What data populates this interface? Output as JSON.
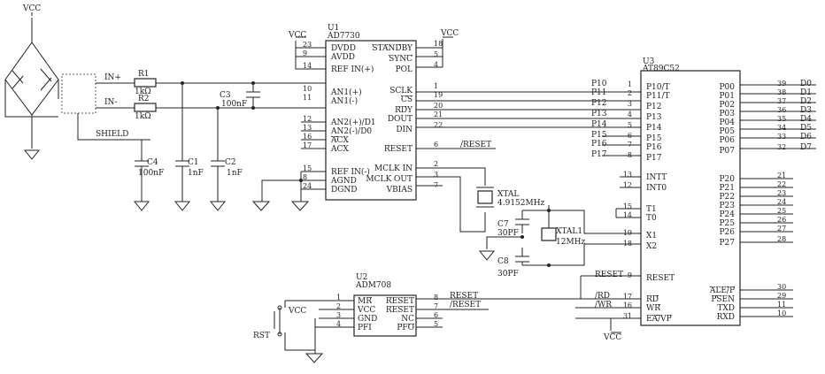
{
  "supply": {
    "vcc": "VCC"
  },
  "bridge": {
    "in_plus": "IN+",
    "in_minus": "IN-",
    "shield": "SHIELD"
  },
  "resistors": [
    {
      "ref": "R1",
      "value": "1kΩ"
    },
    {
      "ref": "R2",
      "value": "1kΩ"
    }
  ],
  "capacitors": [
    {
      "ref": "C3",
      "value": "100nF"
    },
    {
      "ref": "C4",
      "value": "100nF"
    },
    {
      "ref": "C1",
      "value": "1nF"
    },
    {
      "ref": "C2",
      "value": "1nF"
    },
    {
      "ref": "C7",
      "value": "30PF"
    },
    {
      "ref": "C8",
      "value": "30PF"
    }
  ],
  "u1": {
    "ref": "U1",
    "part": "AD7730",
    "left_pins": [
      {
        "num": "23",
        "name": "DVDD"
      },
      {
        "num": "9",
        "name": "AVDD"
      },
      {
        "num": "14",
        "name": "REF IN(+)"
      },
      {
        "num": "10",
        "name": "AN1(+)"
      },
      {
        "num": "11",
        "name": "AN1(-)"
      },
      {
        "num": "12",
        "name": "AN2(+)/D1"
      },
      {
        "num": "13",
        "name": "AN2(-)/D0"
      },
      {
        "num": "16",
        "name": "ACX"
      },
      {
        "num": "17",
        "name": "ACX"
      },
      {
        "num": "15",
        "name": "REF IN(-)"
      },
      {
        "num": "8",
        "name": "AGND"
      },
      {
        "num": "24",
        "name": "DGND"
      }
    ],
    "right_pins": [
      {
        "num": "18",
        "name": "STANDBY"
      },
      {
        "num": "5",
        "name": "SYNC"
      },
      {
        "num": "4",
        "name": "POL"
      },
      {
        "num": "1",
        "name": "SCLK"
      },
      {
        "num": "19",
        "name": "CS"
      },
      {
        "num": "20",
        "name": "RDY"
      },
      {
        "num": "21",
        "name": "DOUT"
      },
      {
        "num": "22",
        "name": "DIN"
      },
      {
        "num": "6",
        "name": "RESET"
      },
      {
        "num": "2",
        "name": "MCLK IN"
      },
      {
        "num": "3",
        "name": "MCLK OUT"
      },
      {
        "num": "7",
        "name": "VBIAS"
      }
    ]
  },
  "u3": {
    "ref": "U3",
    "part": "AT89C52",
    "left_pins": [
      {
        "num": "1",
        "name": "P10/T",
        "net": "P10"
      },
      {
        "num": "2",
        "name": "P11/T",
        "net": "P11"
      },
      {
        "num": "3",
        "name": "P12",
        "net": "P12"
      },
      {
        "num": "4",
        "name": "P13",
        "net": "P13"
      },
      {
        "num": "5",
        "name": "P14",
        "net": "P14"
      },
      {
        "num": "6",
        "name": "P15",
        "net": "P15"
      },
      {
        "num": "7",
        "name": "P16",
        "net": "P16"
      },
      {
        "num": "8",
        "name": "P17",
        "net": "P17"
      },
      {
        "num": "13",
        "name": "INT1",
        "net": ""
      },
      {
        "num": "12",
        "name": "INT0",
        "net": ""
      },
      {
        "num": "15",
        "name": "T1",
        "net": ""
      },
      {
        "num": "14",
        "name": "T0",
        "net": ""
      },
      {
        "num": "19",
        "name": "X1",
        "net": ""
      },
      {
        "num": "18",
        "name": "X2",
        "net": ""
      },
      {
        "num": "9",
        "name": "RESET",
        "net": "RESET"
      },
      {
        "num": "17",
        "name": "RD",
        "net": "/RD"
      },
      {
        "num": "16",
        "name": "WR",
        "net": "/WR"
      },
      {
        "num": "31",
        "name": "EA/VP",
        "net": ""
      }
    ],
    "right_pins": [
      {
        "num": "39",
        "name": "P00",
        "net": "D0"
      },
      {
        "num": "38",
        "name": "P01",
        "net": "D1"
      },
      {
        "num": "37",
        "name": "P02",
        "net": "D2"
      },
      {
        "num": "36",
        "name": "P03",
        "net": "D3"
      },
      {
        "num": "35",
        "name": "P04",
        "net": "D4"
      },
      {
        "num": "34",
        "name": "P05",
        "net": "D5"
      },
      {
        "num": "33",
        "name": "P06",
        "net": "D6"
      },
      {
        "num": "32",
        "name": "P07",
        "net": "D7"
      },
      {
        "num": "21",
        "name": "P20",
        "net": ""
      },
      {
        "num": "22",
        "name": "P21",
        "net": ""
      },
      {
        "num": "23",
        "name": "P22",
        "net": ""
      },
      {
        "num": "24",
        "name": "P23",
        "net": ""
      },
      {
        "num": "25",
        "name": "P24",
        "net": ""
      },
      {
        "num": "26",
        "name": "P25",
        "net": ""
      },
      {
        "num": "27",
        "name": "P26",
        "net": ""
      },
      {
        "num": "28",
        "name": "P27",
        "net": ""
      },
      {
        "num": "30",
        "name": "ALE/P",
        "net": ""
      },
      {
        "num": "29",
        "name": "PSEN",
        "net": ""
      },
      {
        "num": "11",
        "name": "TXD",
        "net": ""
      },
      {
        "num": "10",
        "name": "RXD",
        "net": ""
      }
    ]
  },
  "u2": {
    "ref": "U2",
    "part": "ADM708",
    "left_pins": [
      {
        "num": "1",
        "name": "MR"
      },
      {
        "num": "2",
        "name": "VCC"
      },
      {
        "num": "3",
        "name": "GND"
      },
      {
        "num": "4",
        "name": "PFI"
      }
    ],
    "right_pins": [
      {
        "num": "8",
        "name": "RESET",
        "net": "RESET"
      },
      {
        "num": "7",
        "name": "RESET",
        "net": "/RESET"
      },
      {
        "num": "6",
        "name": "NC",
        "net": ""
      },
      {
        "num": "5",
        "name": "PFO",
        "net": ""
      }
    ]
  },
  "nets": {
    "reset_bar": "/RESET",
    "vcc_u2": "VCC"
  },
  "crystals": [
    {
      "ref": "XTAL",
      "value": "4.9152MHz"
    },
    {
      "ref": "XTAL1",
      "value": "12MHz"
    }
  ],
  "switch": {
    "ref": "RST"
  }
}
